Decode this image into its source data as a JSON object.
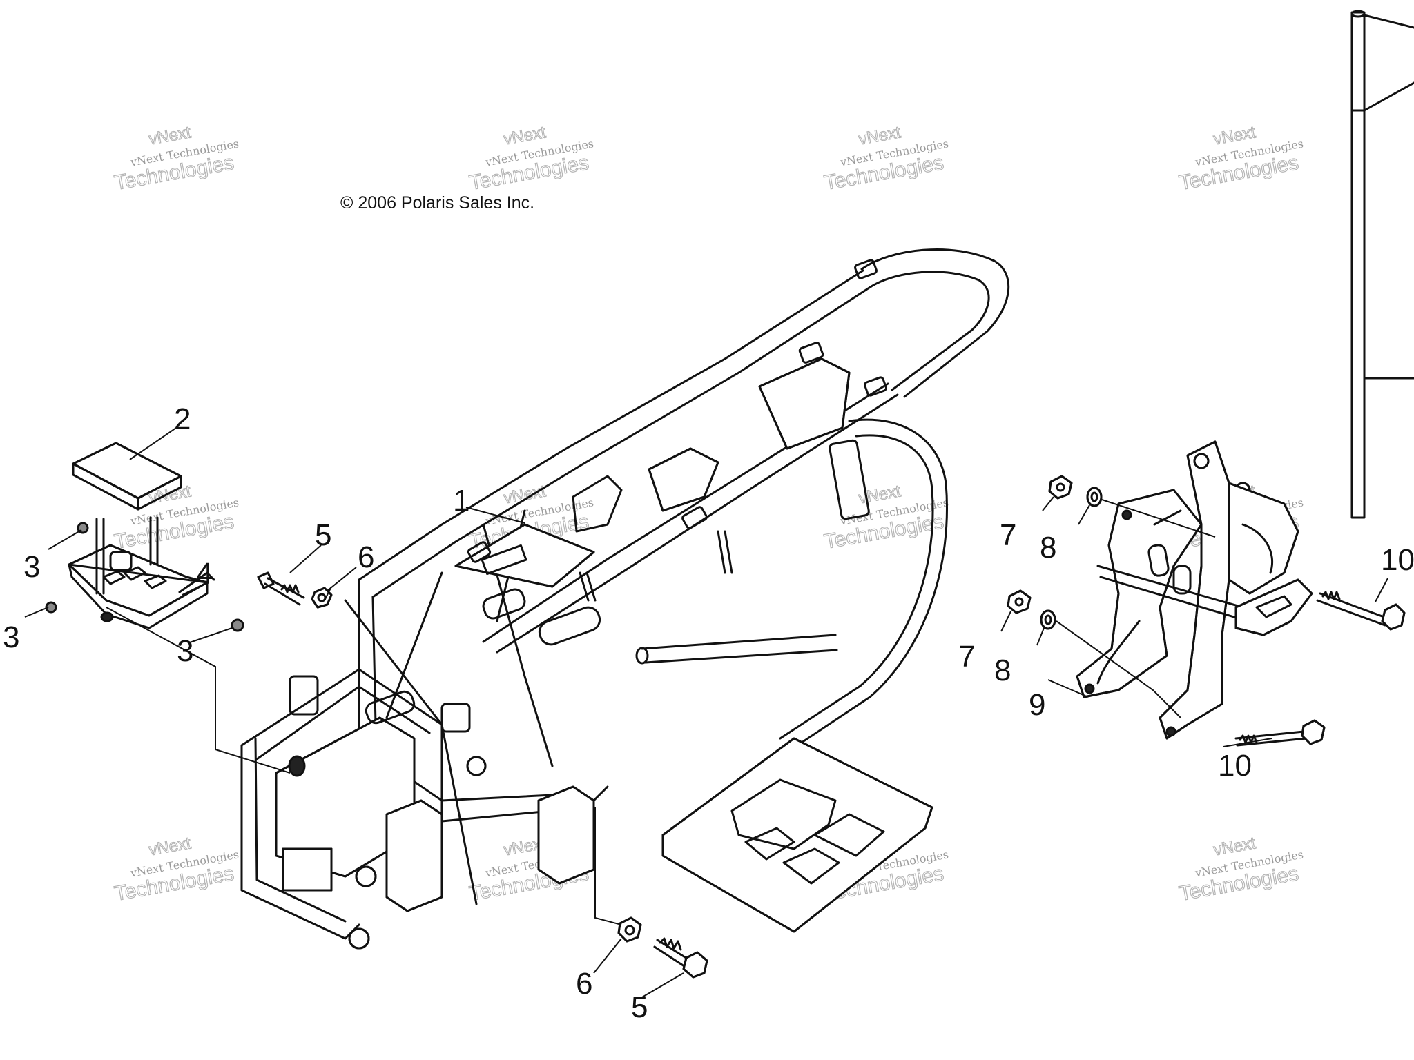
{
  "copyright": "© 2006 Polaris Sales Inc.",
  "watermark": {
    "line1": "vNext Technologies",
    "line2": "Technologies",
    "line0": "vNext"
  },
  "callouts": {
    "c1": "1",
    "c2": "2",
    "c3a": "3",
    "c3b": "3",
    "c3c": "3",
    "c4": "4",
    "c5a": "5",
    "c5b": "5",
    "c6a": "6",
    "c6b": "6",
    "c7a": "7",
    "c7b": "7",
    "c8a": "8",
    "c8b": "8",
    "c9": "9",
    "c10a": "10",
    "c10b": "10"
  }
}
